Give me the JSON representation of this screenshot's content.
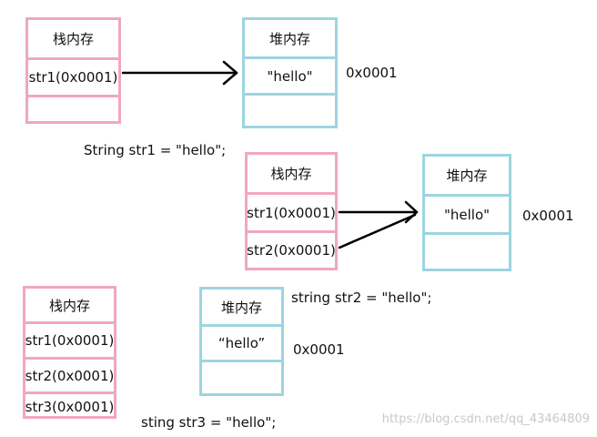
{
  "stack_title": "栈内存",
  "heap_title": "堆内存",
  "hello_value": "\"hello\"",
  "hello_value_alt": "“hello”",
  "address": "0x0001",
  "ref1": "str1(0x0001)",
  "ref2": "str2(0x0001)",
  "ref3": "str3(0x0001)",
  "stmt1": "String str1 = \"hello\";",
  "stmt2": "string str2 = \"hello\";",
  "stmt3": "sting str3 = \"hello\";",
  "watermark": "https://blog.csdn.net/qq_43464809"
}
